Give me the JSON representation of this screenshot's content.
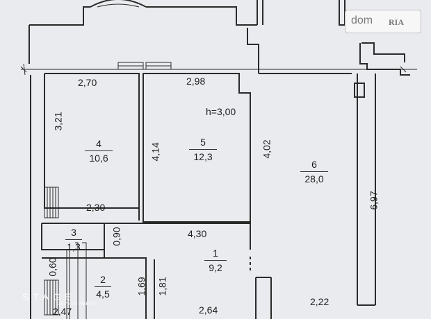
{
  "plan": {
    "ceiling_height": "h=3,00",
    "rooms": [
      {
        "id": "1",
        "area": "9,2"
      },
      {
        "id": "2",
        "area": "4,5"
      },
      {
        "id": "3",
        "area": "1,3"
      },
      {
        "id": "4",
        "area": "10,6"
      },
      {
        "id": "5",
        "area": "12,3"
      },
      {
        "id": "6",
        "area": "28,0"
      }
    ],
    "dimensions": {
      "d270": "2,70",
      "d298": "2,98",
      "d321": "3,21",
      "d414": "4,14",
      "d402": "4,02",
      "d697": "6,97",
      "d230": "2,30",
      "d430": "4,30",
      "d090": "0,90",
      "d060": "0,60",
      "d169": "1,69",
      "d181": "1,81",
      "d264": "2,64",
      "d222": "2,22",
      "d247": "2,47"
    }
  },
  "logo": {
    "left": "dom",
    "right": "RIA"
  },
  "watermark": {
    "brand": "STAGE",
    "sub": "DEVELOPMENT"
  }
}
